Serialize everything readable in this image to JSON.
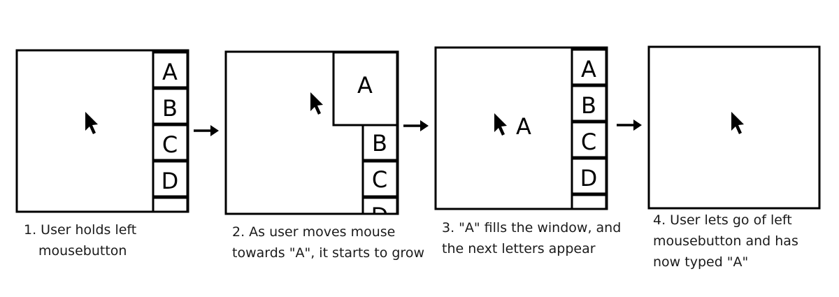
{
  "letters": {
    "a": "A",
    "b": "B",
    "c": "C",
    "d": "D"
  },
  "steps": [
    {
      "caption_line1": "1. User holds left",
      "caption_line2": "mousebutton",
      "caption_line3": ""
    },
    {
      "caption_line1": "2. As user moves mouse",
      "caption_line2": "towards \"A\", it starts to grow",
      "caption_line3": ""
    },
    {
      "caption_line1": "3. \"A\" fills the window, and",
      "caption_line2": "the next letters appear",
      "caption_line3": ""
    },
    {
      "caption_line1": "4. User lets go of left",
      "caption_line2": "mousebutton and has",
      "caption_line3": "now typed \"A\""
    }
  ],
  "colors": {
    "stroke": "#000000",
    "background": "#ffffff",
    "text": "#1a1a1a"
  },
  "icons": {
    "pointer": "mouse-cursor-icon",
    "arrow": "right-arrow-icon"
  }
}
